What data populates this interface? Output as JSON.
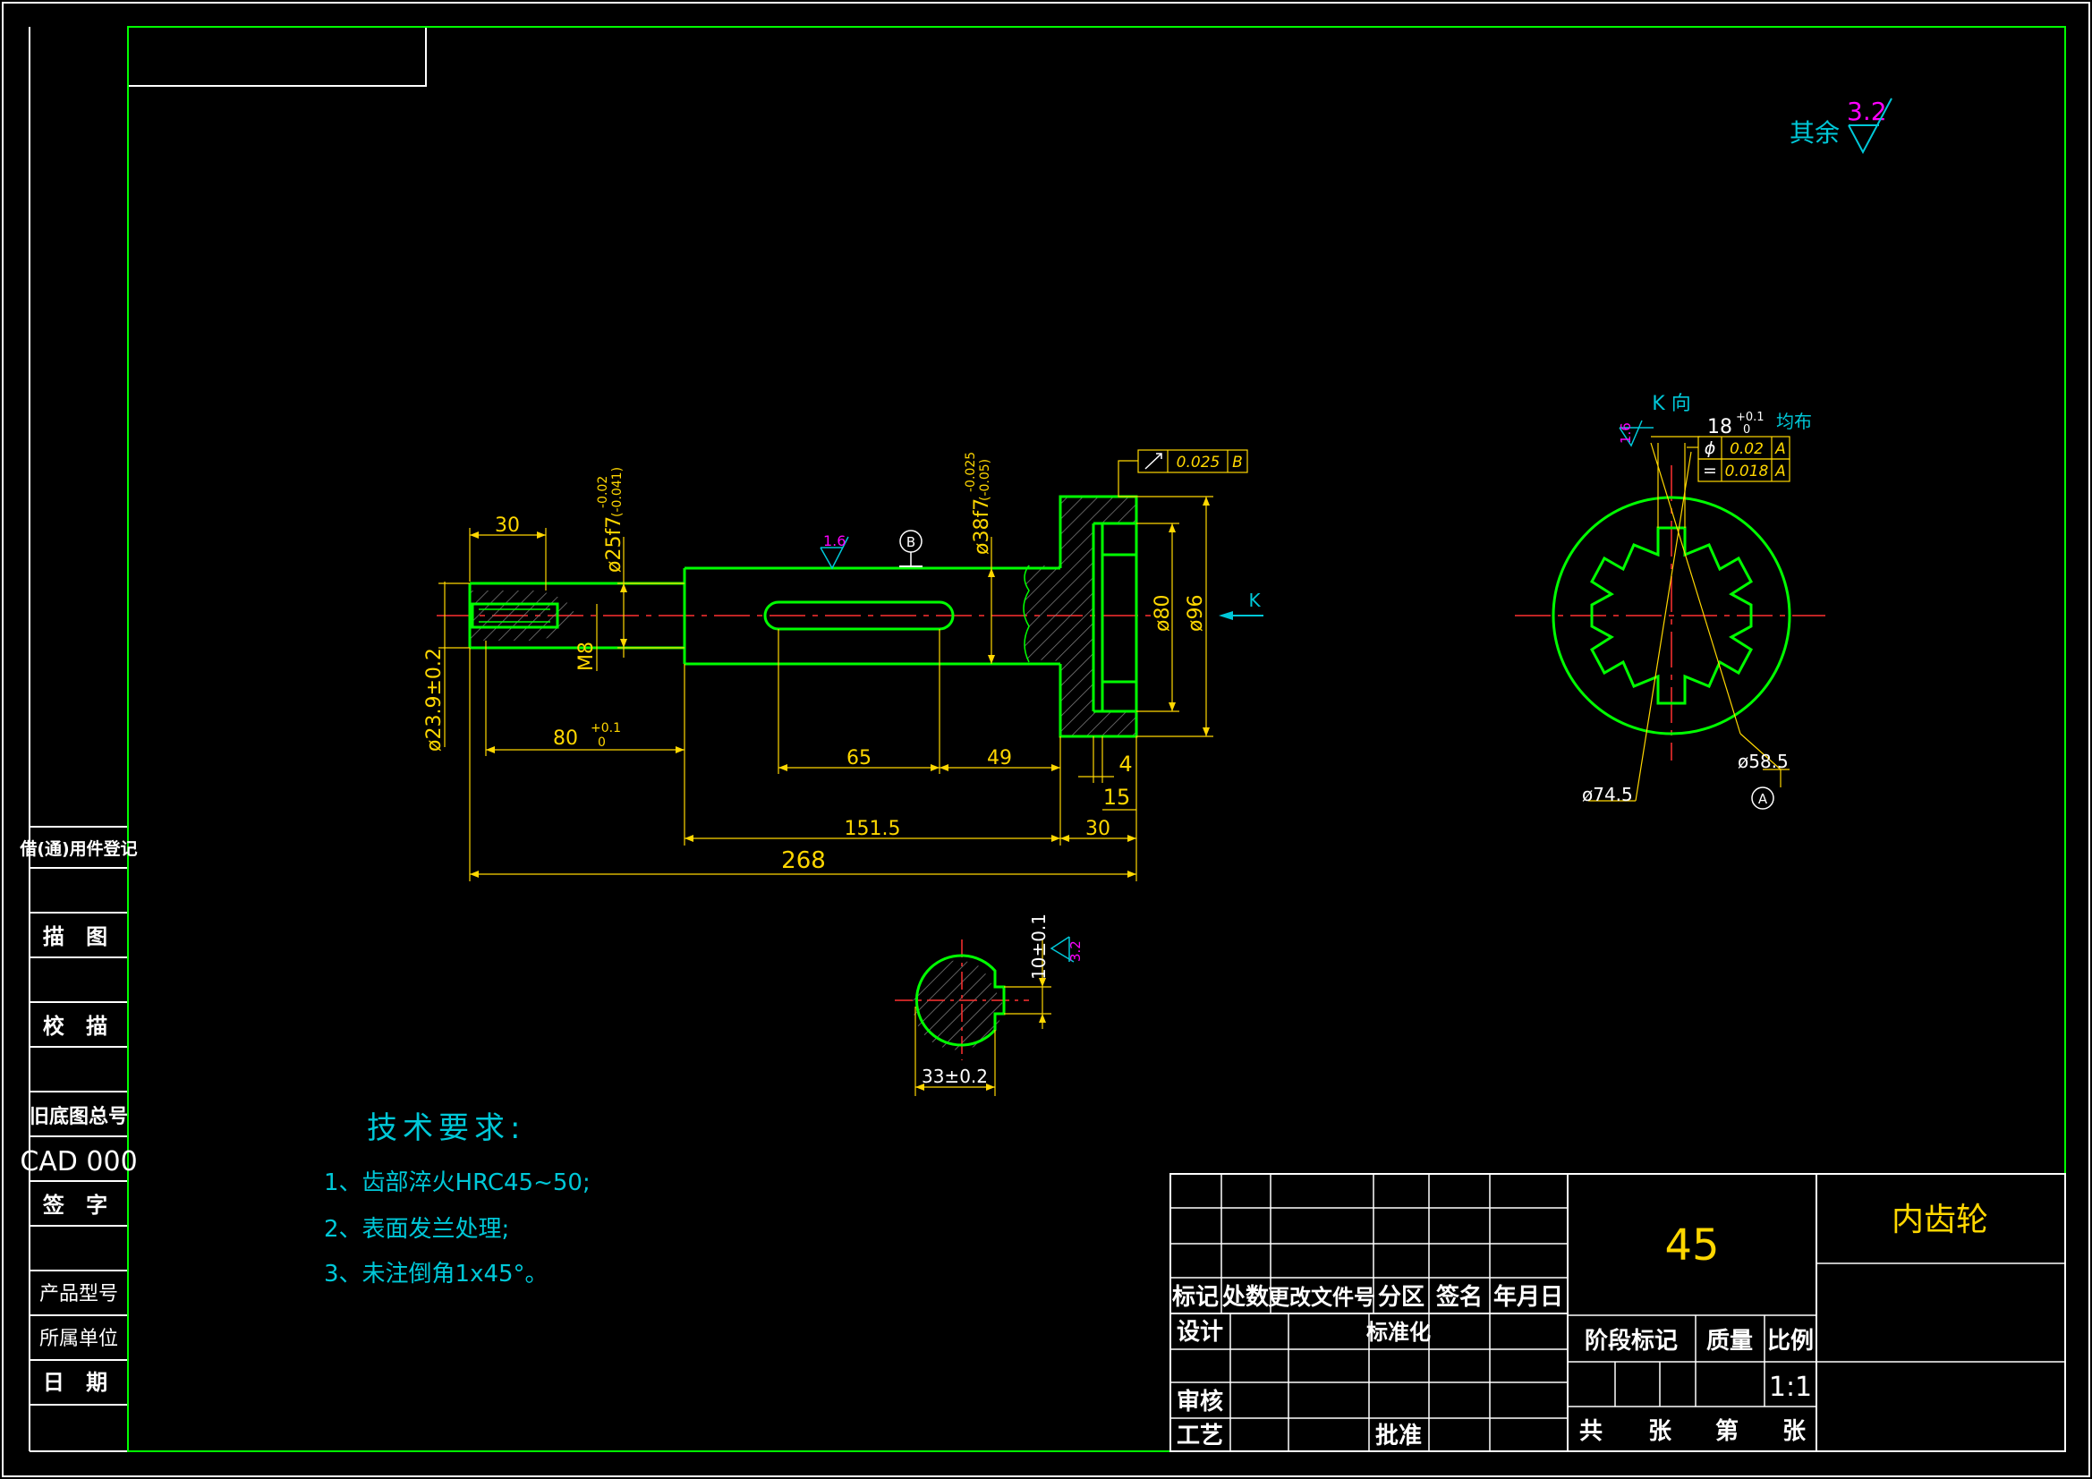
{
  "colors": {
    "green": "#00ff00",
    "yellow": "#ffd700",
    "cyan": "#00c8d8",
    "magenta": "#ff00ff",
    "red": "#ff3030",
    "white": "#ffffff",
    "gray": "#808080"
  },
  "sidebar": {
    "label_register": "借(通)用件登记",
    "label_trace": "描 图",
    "label_check": "校 描",
    "label_old_no": "旧底图总号",
    "old_no_value": "CAD 000",
    "label_sign": "签 字",
    "label_product_model": "产品型号",
    "label_unit": "所属单位",
    "label_date": "日 期"
  },
  "roughness": {
    "rest_label": "其余",
    "rest_value": "3.2",
    "r16": "1.6",
    "r32": "3.2"
  },
  "main_view": {
    "dim_30_left": "30",
    "dim_phi25": "ø25f7",
    "dim_phi25_tol_upper": "-0.02",
    "dim_phi25_tol_lower": "(-0.041)",
    "dim_m8": "M8",
    "dim_phi23_9": "ø23.9±0.2",
    "dim_80": "80",
    "dim_80_tol_upper": "+0.1",
    "dim_80_tol_lower": "0",
    "dim_65": "65",
    "dim_49": "49",
    "dim_151_5": "151.5",
    "dim_30_right": "30",
    "dim_268": "268",
    "dim_phi38": "ø38f7",
    "dim_phi38_tol_upper": "-0.025",
    "dim_phi38_tol_lower": "(-0.05)",
    "dim_phi80": "ø80",
    "dim_phi96": "ø96",
    "dim_4": "4",
    "dim_15": "15",
    "datum_b": "B",
    "runout_value": "0.025",
    "runout_datum": "B",
    "view_k": "K"
  },
  "k_view": {
    "title": "K 向",
    "dim_18": "18",
    "dim_18_tol_upper": "+0.1",
    "dim_18_tol_lower": "0",
    "even_label": "均布",
    "pos_symbol": "ϕ",
    "pos_value": "0.02",
    "pos_datum": "A",
    "sym_symbol": "=",
    "sym_value": "0.018",
    "sym_datum": "A",
    "dim_58_5": "ø58.5",
    "dim_74_5": "ø74.5",
    "datum_a": "A"
  },
  "section_view": {
    "dim_10": "10±0.1",
    "dim_33": "33±0.2"
  },
  "tech_req": {
    "title": "技术要求:",
    "line1": "1、齿部淬火HRC45~50;",
    "line2": "2、表面发兰处理;",
    "line3": "3、未注倒角1x45°。"
  },
  "title_block": {
    "material": "45",
    "part_name": "内齿轮",
    "h_mark": "标记",
    "h_count": "处数",
    "h_doc": "更改文件号",
    "h_zone": "分区",
    "h_sign": "签名",
    "h_date": "年月日",
    "design": "设计",
    "standard": "标准化",
    "stage": "阶段标记",
    "mass": "质量",
    "scale_label": "比例",
    "scale_value": "1:1",
    "review": "审核",
    "process": "工艺",
    "approve": "批准",
    "total": "共",
    "sheets": "张",
    "sheet_no": "第",
    "sheets2": "张"
  }
}
